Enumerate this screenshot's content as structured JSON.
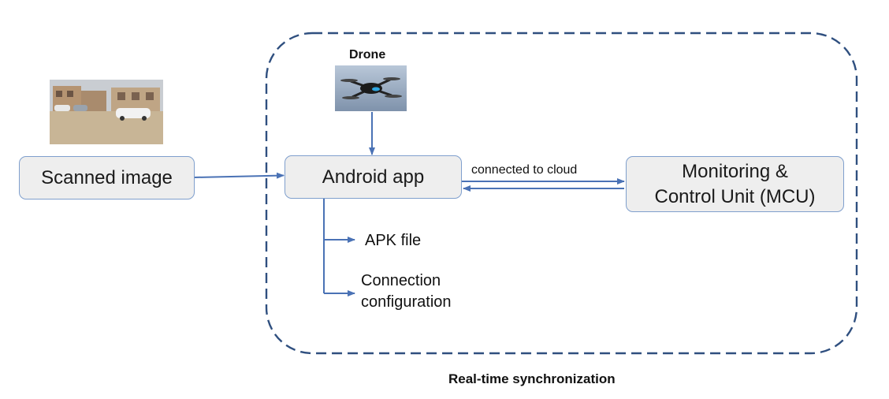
{
  "diagram": {
    "drone_label": "Drone",
    "scanned_image": "Scanned image",
    "android_app": "Android app",
    "mcu_line1": "Monitoring &",
    "mcu_line2": "Control Unit (MCU)",
    "connection_label": "connected to cloud",
    "apk_file": "APK file",
    "connection_config_line1": "Connection",
    "connection_config_line2": "configuration",
    "boundary_label": "Real-time synchronization"
  },
  "colors": {
    "arrow": "#4a72b5",
    "dashed_border": "#2f4f7f",
    "box_fill": "#eeeeee",
    "box_border": "#7f9fcd"
  },
  "icons": {
    "scanned_photo": "street-scene-photo",
    "drone_photo": "drone-photo"
  }
}
